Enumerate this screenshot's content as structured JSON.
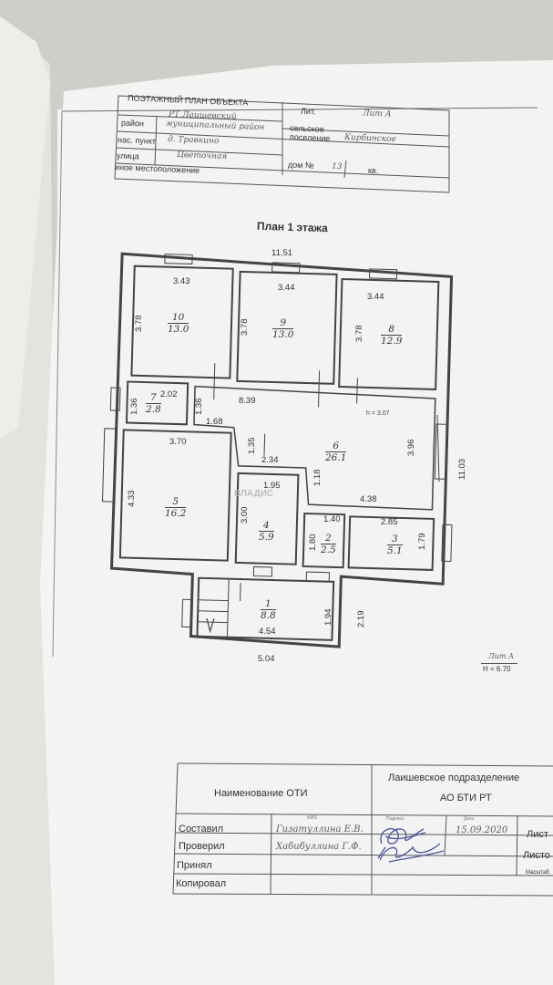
{
  "header": {
    "title": "ПОЭТАЖНЫЙ ПЛАН ОБЪЕКТА",
    "lit_label": "Лит.",
    "lit_value": "Лит А",
    "raion_label": "район",
    "raion_value_1": "РТ Лаишевский",
    "raion_value_2": "муниципальный район",
    "selskoe_label_1": "сельское",
    "selskoe_label_2": "поселение",
    "selskoe_value": "Кирбинское",
    "punkt_label": "нас. пункт",
    "punkt_value": "д. Травкино",
    "ulitsa_label": "улица",
    "ulitsa_value": "Цветочная",
    "dom_label": "дом №",
    "dom_value": "13",
    "kv_label": "кв.",
    "inoe_label": "иное местоположение"
  },
  "plan": {
    "title": "План 1 этажа",
    "dims": {
      "top_total": "11.51",
      "right_total": "11.03",
      "bottom_porch": "5.04",
      "porch_inner": "4.54",
      "porch_height": "1.94",
      "porch_side": "2.19",
      "r10_w": "3.43",
      "r10_h": "3.78",
      "r9_w": "3.44",
      "r9_h": "3.78",
      "r8_w": "3.44",
      "r8_h": "3.78",
      "r7_w": "2.02",
      "r7_h": "1.36",
      "r7_h2": "1.36",
      "hall_len": "8.39",
      "hall_1_68": "1.68",
      "r5_w": "3.70",
      "r5_h": "4.33",
      "h_1_35": "1.35",
      "h_2_34": "2.34",
      "h_3_96": "3.96",
      "h_1_18": "1.18",
      "h_4_38": "4.38",
      "r4_w": "1.95",
      "r4_h": "3.00",
      "r2_w": "1.40",
      "r2_h": "1.80",
      "r3_w": "2.85",
      "r3_h": "1.79",
      "height_note": "h = 3.07"
    },
    "rooms": {
      "r10": {
        "n": "10",
        "a": "13.0"
      },
      "r9": {
        "n": "9",
        "a": "13.0"
      },
      "r8": {
        "n": "8",
        "a": "12.9"
      },
      "r7": {
        "n": "7",
        "a": "2.8"
      },
      "r6": {
        "n": "6",
        "a": "26.1"
      },
      "r5": {
        "n": "5",
        "a": "16.2"
      },
      "r4": {
        "n": "4",
        "a": "5.9"
      },
      "r2": {
        "n": "2",
        "a": "2.5"
      },
      "r3": {
        "n": "3",
        "a": "5.1"
      },
      "r1": {
        "n": "1",
        "a": "8.8"
      }
    },
    "lit_note_1": "Лит А",
    "lit_note_2": "Н = 6.70",
    "watermark": "ВЛАДИС"
  },
  "footer": {
    "name_label": "Наименование ОТИ",
    "dept": "Лаишевское подразделение",
    "org": "АО БТИ РТ",
    "fio_head": "ФИО",
    "sign_head": "Подпись",
    "date_head": "Дата",
    "row1_label": "Составил",
    "row1_name": "Гизатуллина Е.В.",
    "row1_date": "15.09.2020",
    "row2_label": "Проверил",
    "row2_name": "Хабибуллина Г.Ф.",
    "row3_label": "Принял",
    "row4_label": "Копировал",
    "list_1": "Лист",
    "list_2": "Листо",
    "scale": "Масштаб"
  }
}
